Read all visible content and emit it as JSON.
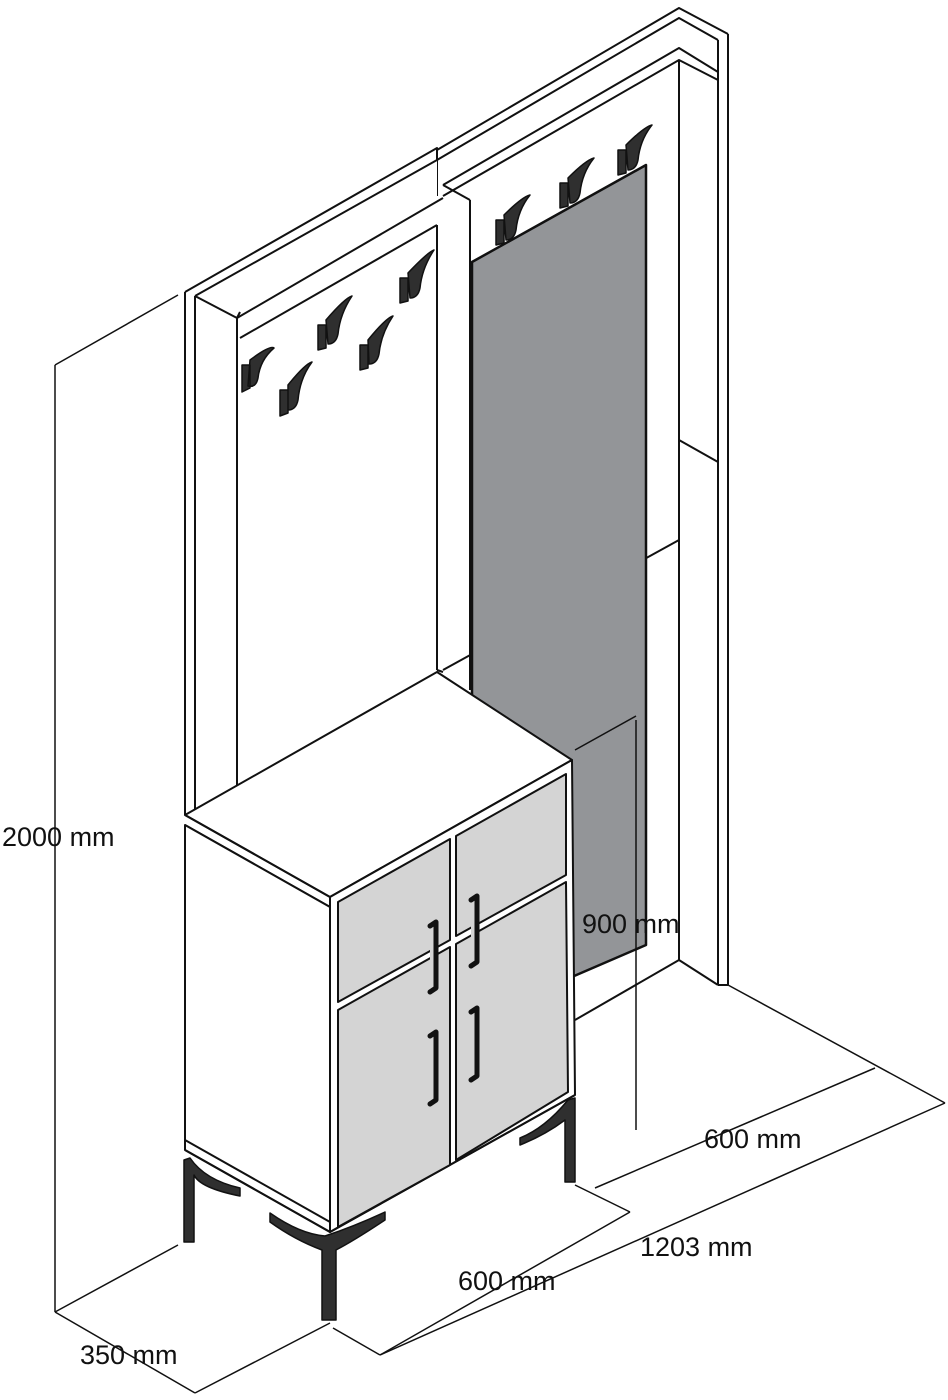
{
  "dimensions": {
    "height": "2000 mm",
    "depth": "350 mm",
    "cabinet_width": "600 mm",
    "total_width": "1203 mm",
    "mirror_width": "600 mm",
    "mirror_height": "900 mm"
  },
  "colors": {
    "mirror": "#939598",
    "door_panel": "#d4d4d4",
    "line": "#111111",
    "metal": "#2f2f2f"
  }
}
